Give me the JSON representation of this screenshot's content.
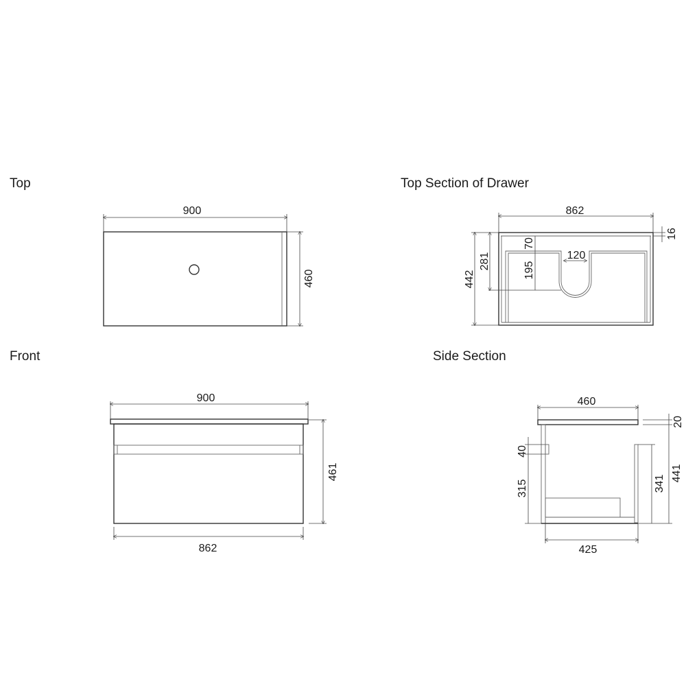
{
  "views": {
    "top": {
      "title": "Top",
      "width": "900",
      "depth": "460"
    },
    "top_section": {
      "title": "Top Section of Drawer",
      "width": "862",
      "top_thickness": "16",
      "depth": "442",
      "inner_depth": "281",
      "front_gap": "70",
      "notch_depth": "195",
      "notch_width": "120"
    },
    "front": {
      "title": "Front",
      "top_width": "900",
      "height": "461",
      "body_width": "862"
    },
    "side": {
      "title": "Side Section",
      "depth": "460",
      "top_thickness": "20",
      "height": "441",
      "back_height": "341",
      "handle": "40",
      "drawer_height": "315",
      "body_depth": "425"
    }
  }
}
